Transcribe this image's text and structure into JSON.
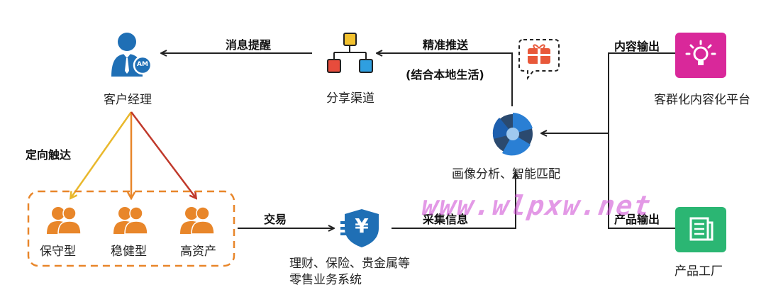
{
  "nodes": {
    "account_manager": "客户经理",
    "share_channel": "分享渠道",
    "profile_match": "画像分析、智能匹配",
    "content_platform": "客群化内容化平台",
    "product_factory": "产品工厂",
    "retail_system_line1": "理财、保险、贵金属等",
    "retail_system_line2": "零售业务系统",
    "conservative": "保守型",
    "steady": "稳健型",
    "high_asset": "高资产"
  },
  "edges": {
    "message_reminder": "消息提醒",
    "precise_push": "精准推送",
    "precise_push_note": "(结合本地生活)",
    "content_output": "内容输出",
    "targeted_reach": "定向触达",
    "trade": "交易",
    "collect_info": "采集信息",
    "product_output": "产品输出"
  },
  "icons": {
    "am_badge": "AM",
    "yuan": "¥"
  },
  "watermark": "www.wlpxw.net",
  "colors": {
    "blue": "#1f6fb5",
    "orange": "#e8862a",
    "magenta": "#d9289a",
    "green": "#2bb673",
    "red": "#e74c3c",
    "dark_red": "#c0392b",
    "yellow": "#f2c12e",
    "line": "#222222"
  }
}
